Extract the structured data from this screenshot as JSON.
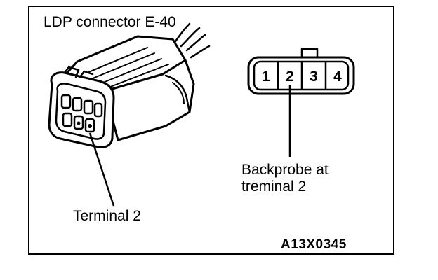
{
  "title": "LDP connector E-40",
  "pins": [
    "1",
    "2",
    "3",
    "4"
  ],
  "callout_backprobe": "Backprobe at\ntreminal 2",
  "callout_terminal": "Terminal 2",
  "figure_id": "A13X0345"
}
